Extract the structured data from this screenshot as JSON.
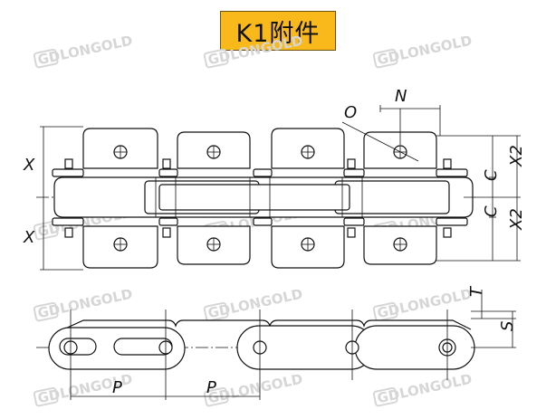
{
  "title": "K1附件",
  "watermark": "LONGOLD",
  "watermark_logo": "GD",
  "colors": {
    "title_bg": "#f9b91b",
    "line": "#111111",
    "watermark": "#d6d6d6"
  },
  "dimensions": {
    "x_upper": "X",
    "x_lower": "X",
    "o_label": "O",
    "n_label": "N",
    "c_upper": "C",
    "c_lower": "C",
    "x2_upper": "X2",
    "x2_lower": "X2",
    "t_label": "T",
    "s_label": "S",
    "p_left": "P",
    "p_right": "P"
  }
}
